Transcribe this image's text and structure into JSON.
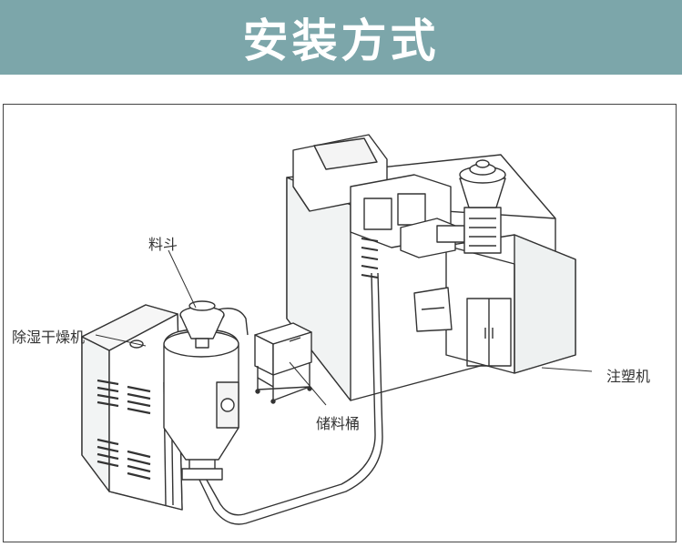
{
  "header": {
    "title": "安装方式",
    "background": "#7ca6aa"
  },
  "labels": {
    "hopper": "料斗",
    "dryer": "除湿干燥机",
    "storage_bin": "储料桶",
    "injection_machine": "注塑机"
  }
}
